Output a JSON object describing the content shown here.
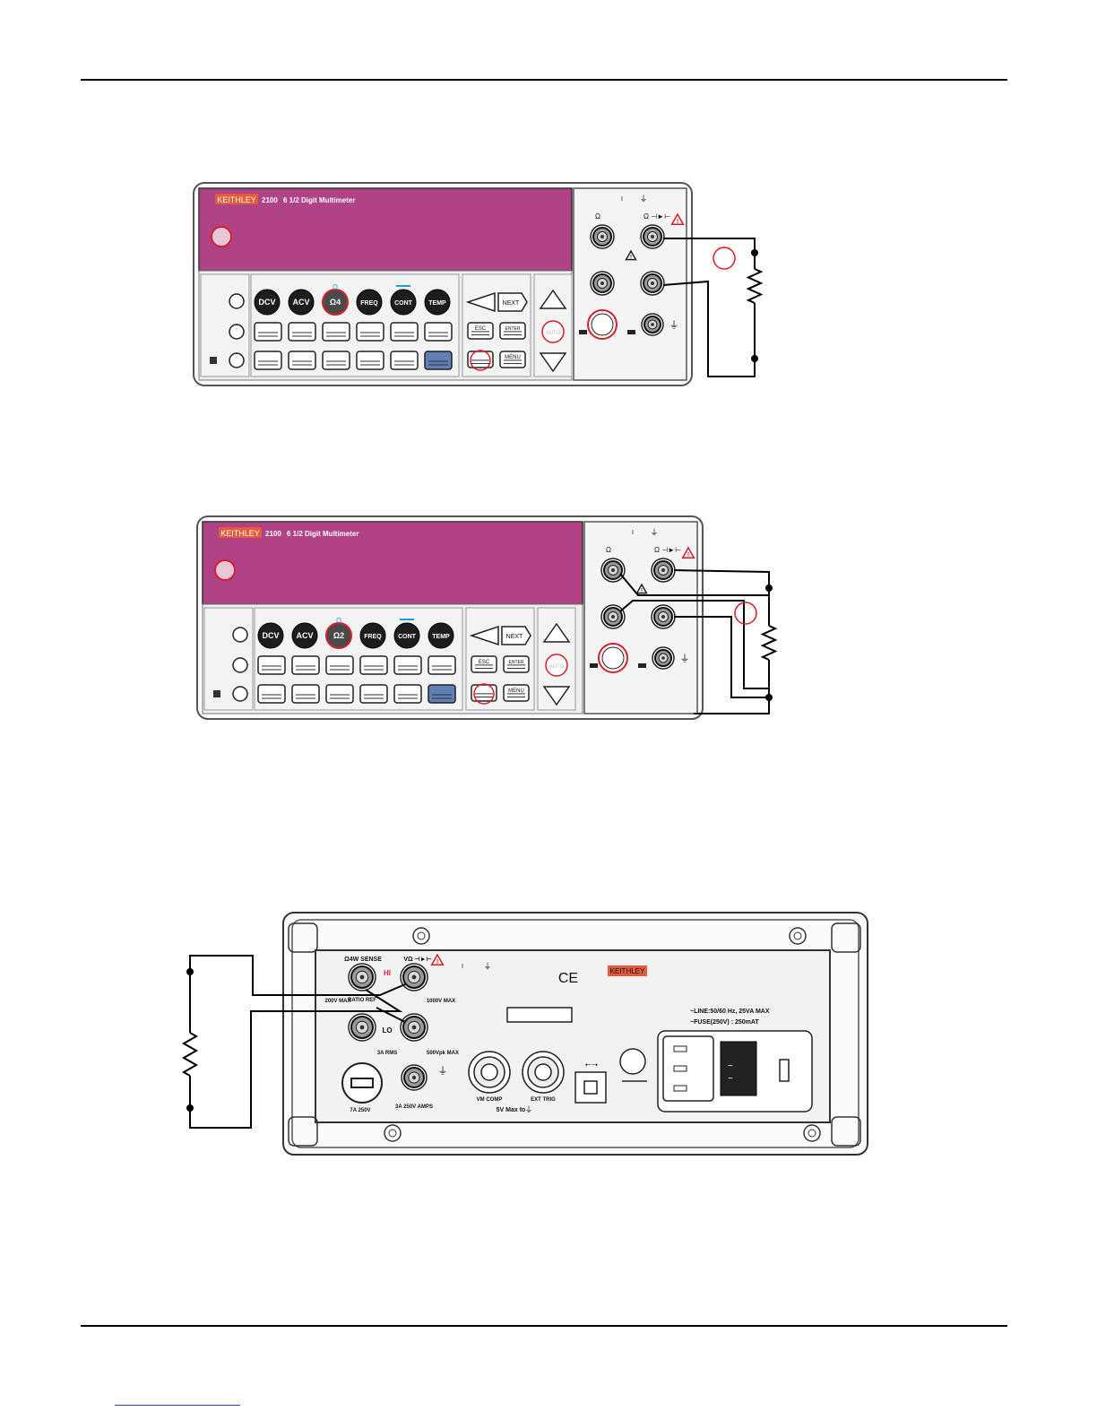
{
  "brand": {
    "name": "KEITHLEY",
    "model": "2100",
    "model_desc": "6 1/2 Digit Multimeter"
  },
  "front_panel": {
    "function_keys": [
      "DCV",
      "ACV",
      "Ω2",
      "FREQ",
      "CONT",
      "TEMP"
    ],
    "function_key_labels_fig1": [
      "DCV",
      "ACV",
      "Ω4",
      "FREQ",
      "CONT",
      "TEMP"
    ],
    "ohm_symbol": "Ω",
    "nav_keys": {
      "next": "NEXT",
      "esc": "ESC",
      "enter": "ENTER",
      "menu": "MENU",
      "auto": "AUTO"
    },
    "terminal_labels": {
      "ohm": "Ω",
      "ohm_diode": "Ω ⊣►⊢"
    }
  },
  "rear_panel": {
    "labels": {
      "sense": "Ω4W SENSE",
      "input": "VΩ ⊣►⊢",
      "hi": "HI",
      "lo": "LO",
      "ratio_ref": "RATIO REF",
      "max200": "200V MAX",
      "max1000": "1000V MAX",
      "rms3a": "3A RMS",
      "vpk500": "500Vpk MAX",
      "fuse7a": "7A 250V",
      "amps": "3A 250V AMPS",
      "vm_comp": "VM COMP",
      "ext_trig": "EXT TRIG",
      "max5v": "5V Max to",
      "line": "~LINE:50/60 Hz, 25VA  MAX",
      "fuse": "~FUSE(250V) : 250mAT",
      "ce": "CE",
      "brand": "KEITHLEY"
    }
  },
  "colors": {
    "display": "#b04386",
    "panel": "#eeeeee",
    "key_dark": "#1d1d1d",
    "key_blue": "#5f7fb5",
    "highlight": "#d91e2a",
    "accent_cyan": "#1aa0d6",
    "logo": "#e35a3c"
  }
}
